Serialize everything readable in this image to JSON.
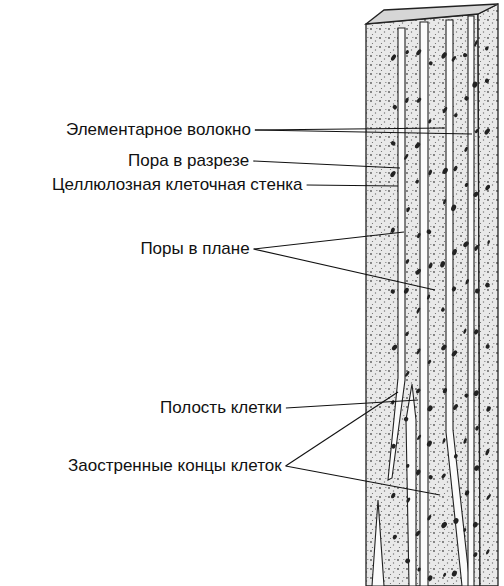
{
  "diagram": {
    "labels": [
      "Элементарное волокно",
      "Пора в разрезе",
      "Целлюлозная клеточная стенка",
      "Поры в плане",
      "Полость клетки",
      "Заостренные концы клеток"
    ]
  }
}
